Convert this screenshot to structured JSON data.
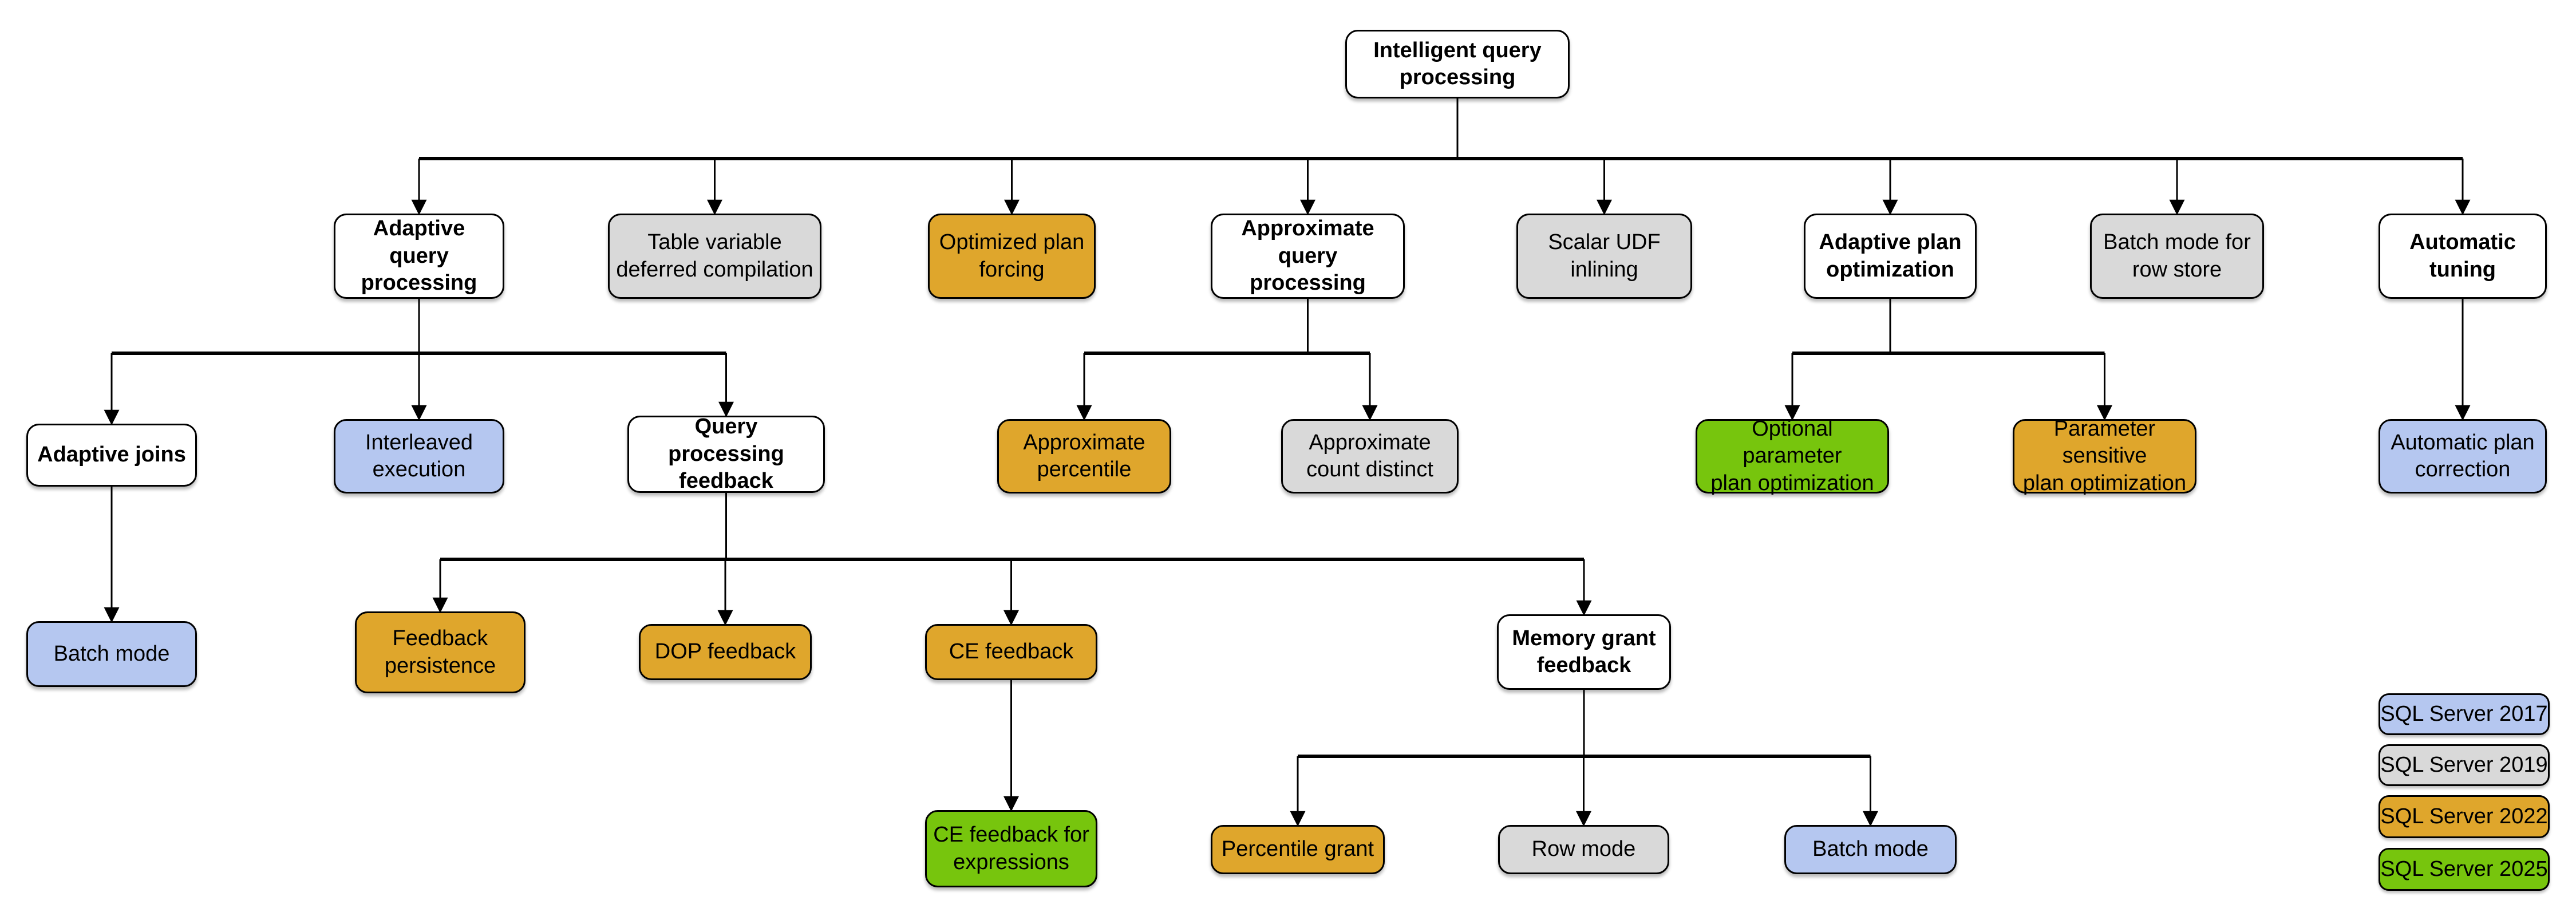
{
  "nodes": [
    {
      "id": "intelligent-query-processing",
      "label": "Intelligent query\nprocessing",
      "version": "category"
    },
    {
      "id": "adaptive-query-processing",
      "label": "Adaptive query\nprocessing",
      "version": "category"
    },
    {
      "id": "table-variable-deferred-compilation",
      "label": "Table variable\ndeferred compilation",
      "version": "2019"
    },
    {
      "id": "optimized-plan-forcing",
      "label": "Optimized plan\nforcing",
      "version": "2022"
    },
    {
      "id": "approximate-query-processing",
      "label": "Approximate\nquery processing",
      "version": "category"
    },
    {
      "id": "scalar-udf-inlining",
      "label": "Scalar UDF\ninlining",
      "version": "2019"
    },
    {
      "id": "adaptive-plan-optimization",
      "label": "Adaptive plan\noptimization",
      "version": "category"
    },
    {
      "id": "batch-mode-for-row-store",
      "label": "Batch mode for\nrow store",
      "version": "2019"
    },
    {
      "id": "automatic-tuning",
      "label": "Automatic\ntuning",
      "version": "category"
    },
    {
      "id": "adaptive-joins",
      "label": "Adaptive joins",
      "version": "category"
    },
    {
      "id": "interleaved-execution",
      "label": "Interleaved\nexecution",
      "version": "2017"
    },
    {
      "id": "query-processing-feedback",
      "label": "Query processing\nfeedback",
      "version": "category"
    },
    {
      "id": "approximate-percentile",
      "label": "Approximate\npercentile",
      "version": "2022"
    },
    {
      "id": "approximate-count-distinct",
      "label": "Approximate\ncount distinct",
      "version": "2019"
    },
    {
      "id": "optional-parameter-plan-optimization",
      "label": "Optional parameter\nplan optimization",
      "version": "2025"
    },
    {
      "id": "parameter-sensitive-plan-optimization",
      "label": "Parameter sensitive\nplan optimization",
      "version": "2022"
    },
    {
      "id": "automatic-plan-correction",
      "label": "Automatic plan\ncorrection",
      "version": "2017"
    },
    {
      "id": "batch-mode-adaptive-joins",
      "label": "Batch mode",
      "version": "2017"
    },
    {
      "id": "feedback-persistence",
      "label": "Feedback\npersistence",
      "version": "2022"
    },
    {
      "id": "dop-feedback",
      "label": "DOP feedback",
      "version": "2022"
    },
    {
      "id": "ce-feedback",
      "label": "CE feedback",
      "version": "2022"
    },
    {
      "id": "memory-grant-feedback",
      "label": "Memory grant\nfeedback",
      "version": "category"
    },
    {
      "id": "ce-feedback-for-expressions",
      "label": "CE feedback for\nexpressions",
      "version": "2025"
    },
    {
      "id": "percentile-grant",
      "label": "Percentile grant",
      "version": "2022"
    },
    {
      "id": "row-mode",
      "label": "Row mode",
      "version": "2019"
    },
    {
      "id": "batch-mode-memory-grant",
      "label": "Batch mode",
      "version": "2017"
    }
  ],
  "edges": [
    {
      "from": "intelligent-query-processing",
      "to": [
        "adaptive-query-processing",
        "table-variable-deferred-compilation",
        "optimized-plan-forcing",
        "approximate-query-processing",
        "scalar-udf-inlining",
        "adaptive-plan-optimization",
        "batch-mode-for-row-store",
        "automatic-tuning"
      ]
    },
    {
      "from": "adaptive-query-processing",
      "to": [
        "adaptive-joins",
        "interleaved-execution",
        "query-processing-feedback"
      ]
    },
    {
      "from": "approximate-query-processing",
      "to": [
        "approximate-percentile",
        "approximate-count-distinct"
      ]
    },
    {
      "from": "adaptive-plan-optimization",
      "to": [
        "optional-parameter-plan-optimization",
        "parameter-sensitive-plan-optimization"
      ]
    },
    {
      "from": "automatic-tuning",
      "to": [
        "automatic-plan-correction"
      ]
    },
    {
      "from": "adaptive-joins",
      "to": [
        "batch-mode-adaptive-joins"
      ]
    },
    {
      "from": "query-processing-feedback",
      "to": [
        "feedback-persistence",
        "dop-feedback",
        "ce-feedback",
        "memory-grant-feedback"
      ]
    },
    {
      "from": "ce-feedback",
      "to": [
        "ce-feedback-for-expressions"
      ]
    },
    {
      "from": "memory-grant-feedback",
      "to": [
        "percentile-grant",
        "row-mode",
        "batch-mode-memory-grant"
      ]
    }
  ],
  "legend": [
    {
      "label": "SQL Server 2017",
      "version": "2017"
    },
    {
      "label": "SQL Server 2019",
      "version": "2019"
    },
    {
      "label": "SQL Server 2022",
      "version": "2022"
    },
    {
      "label": "SQL Server 2025",
      "version": "2025"
    }
  ],
  "colors": {
    "2017": "#B5C7F0",
    "2019": "#D9D9D9",
    "2022": "#DFA62C",
    "2025": "#77C50D",
    "category": "#FFFFFF",
    "connector": "#000000"
  }
}
